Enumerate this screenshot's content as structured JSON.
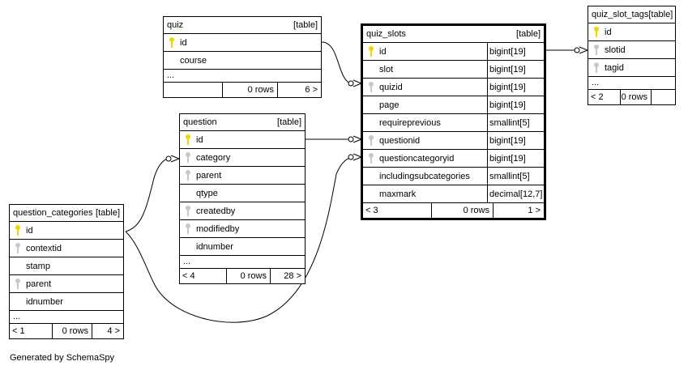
{
  "colors": {
    "primary_key": "#f2d600",
    "foreign_key": "#c8c8c8",
    "line": "#000000"
  },
  "footer_text": "Generated by SchemaSpy",
  "tables": {
    "quiz": {
      "name": "quiz",
      "type_label": "[table]",
      "columns": [
        {
          "name": "id",
          "key": "primary"
        },
        {
          "name": "course",
          "key": "none"
        }
      ],
      "ellipsis": "...",
      "footer": {
        "left": "",
        "rows": "0 rows",
        "right": "6 >"
      }
    },
    "quiz_slots": {
      "name": "quiz_slots",
      "type_label": "[table]",
      "columns": [
        {
          "name": "id",
          "type": "bigint[19]",
          "key": "primary"
        },
        {
          "name": "slot",
          "type": "bigint[19]",
          "key": "none"
        },
        {
          "name": "quizid",
          "type": "bigint[19]",
          "key": "foreign"
        },
        {
          "name": "page",
          "type": "bigint[19]",
          "key": "none"
        },
        {
          "name": "requireprevious",
          "type": "smallint[5]",
          "key": "none"
        },
        {
          "name": "questionid",
          "type": "bigint[19]",
          "key": "foreign"
        },
        {
          "name": "questioncategoryid",
          "type": "bigint[19]",
          "key": "foreign"
        },
        {
          "name": "includingsubcategories",
          "type": "smallint[5]",
          "key": "none"
        },
        {
          "name": "maxmark",
          "type": "decimal[12,7]",
          "key": "none"
        }
      ],
      "footer": {
        "left": "< 3",
        "rows": "0 rows",
        "right": "1 >"
      }
    },
    "quiz_slot_tags": {
      "name": "quiz_slot_tags",
      "type_label": "[table]",
      "columns": [
        {
          "name": "id",
          "key": "primary"
        },
        {
          "name": "slotid",
          "key": "foreign"
        },
        {
          "name": "tagid",
          "key": "foreign"
        }
      ],
      "ellipsis": "...",
      "footer": {
        "left": "< 2",
        "rows": "0 rows",
        "right": ""
      }
    },
    "question": {
      "name": "question",
      "type_label": "[table]",
      "columns": [
        {
          "name": "id",
          "key": "primary"
        },
        {
          "name": "category",
          "key": "foreign"
        },
        {
          "name": "parent",
          "key": "foreign"
        },
        {
          "name": "qtype",
          "key": "none"
        },
        {
          "name": "createdby",
          "key": "foreign"
        },
        {
          "name": "modifiedby",
          "key": "foreign"
        },
        {
          "name": "idnumber",
          "key": "none"
        }
      ],
      "ellipsis": "...",
      "footer": {
        "left": "< 4",
        "rows": "0 rows",
        "right": "28 >"
      }
    },
    "question_categories": {
      "name": "question_categories",
      "type_label": "[table]",
      "columns": [
        {
          "name": "id",
          "key": "primary"
        },
        {
          "name": "contextid",
          "key": "foreign"
        },
        {
          "name": "stamp",
          "key": "none"
        },
        {
          "name": "parent",
          "key": "foreign"
        },
        {
          "name": "idnumber",
          "key": "none"
        }
      ],
      "ellipsis": "...",
      "footer": {
        "left": "< 1",
        "rows": "0 rows",
        "right": "4 >"
      }
    }
  }
}
